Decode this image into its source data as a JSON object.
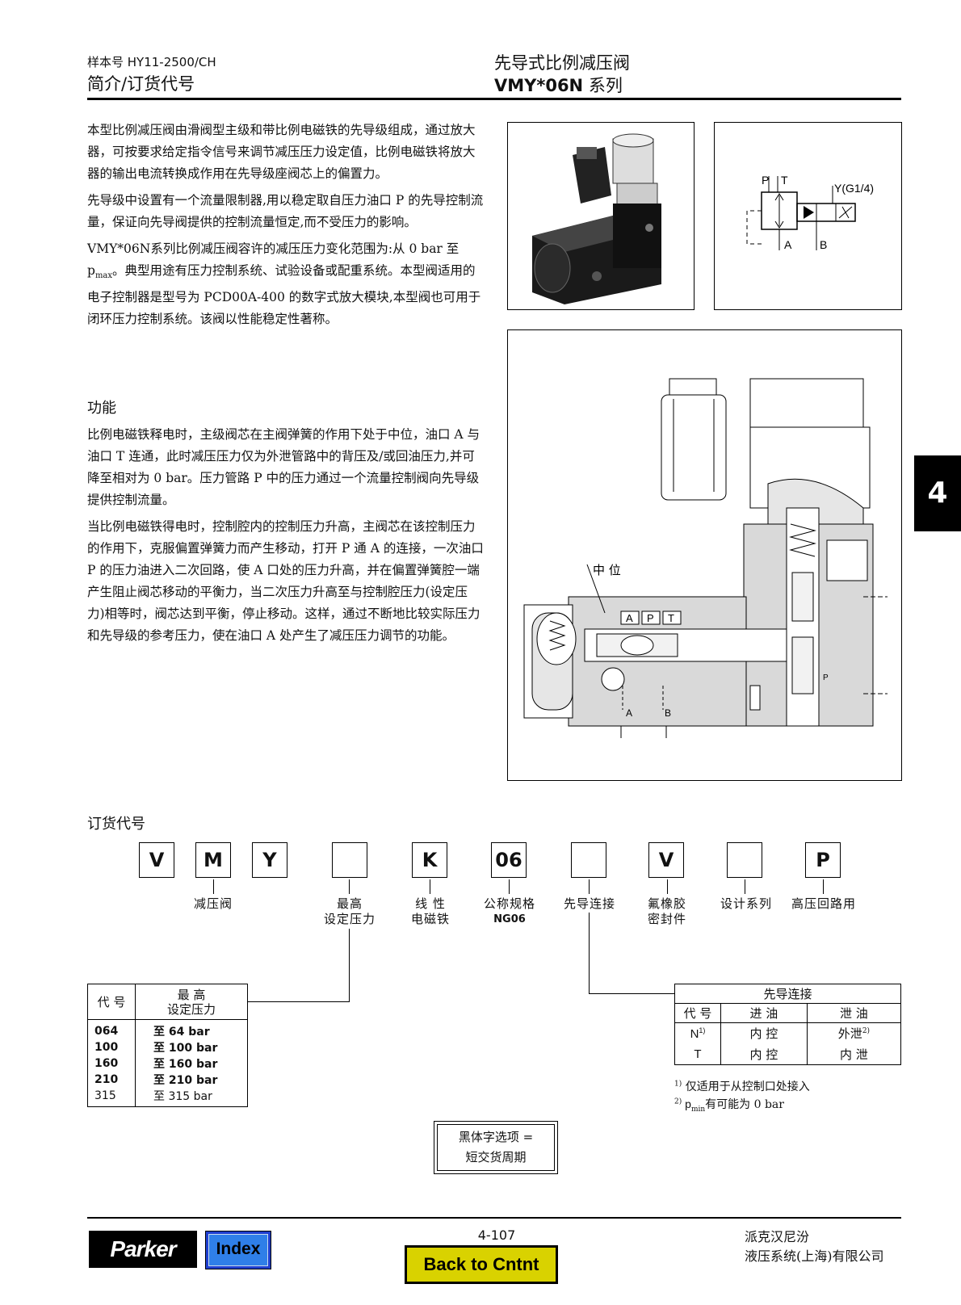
{
  "header": {
    "sample_no": "样本号 HY11-2500/CH",
    "left_title": "简介/订货代号",
    "right_title": "先导式比例减压阀",
    "series_bold": "VMY*06N",
    "series_suffix": " 系列"
  },
  "intro": {
    "p1": "本型比例减压阀由滑阀型主级和带比例电磁铁的先导级组成，通过放大器，可按要求给定指令信号来调节减压压力设定值，比例电磁铁将放大器的输出电流转换成作用在先导级座阀芯上的偏置力。",
    "p2": "先导级中设置有一个流量限制器,用以稳定取自压力油口 P 的先导控制流量，保证向先导阀提供的控制流量恒定,而不受压力的影响。",
    "p3a": "VMY*06N系列比例减压阀容许的减压压力变化范围为:从 0 bar 至 p",
    "p3sub": "max",
    "p3b": "。典型用途有压力控制系统、试验设备或配重系统。本型阀适用的电子控制器是型号为 PCD00A-400 的数字式放大模块,本型阀也可用于闭环压力控制系统。该阀以性能稳定性著称。"
  },
  "function": {
    "title": "功能",
    "p1": "比例电磁铁释电时，主级阀芯在主阀弹簧的作用下处于中位，油口 A 与油口 T 连通，此时减压压力仅为外泄管路中的背压及/或回油压力,并可降至相对为 0 bar。压力管路 P 中的压力通过一个流量控制阀向先导级提供控制流量。",
    "p2": "当比例电磁铁得电时，控制腔内的控制压力升高，主阀芯在该控制压力的作用下，克服偏置弹簧力而产生移动，打开 P 通 A 的连接，一次油口 P 的压力油进入二次回路，使 A 口处的压力升高，并在偏置弹簧腔一端产生阻止阀芯移动的平衡力，当二次压力升高至与控制腔压力(设定压力)相等时，阀芯达到平衡，停止移动。这样，通过不断地比较实际压力和先导级的参考压力，使在油口 A 处产生了减压压力调节的功能。"
  },
  "symbol": {
    "p": "P",
    "t": "T",
    "y": "Y(G1/4)",
    "a": "A",
    "b": "B"
  },
  "section_view": {
    "center_label": "中 位",
    "ports": [
      "A",
      "P",
      "T"
    ],
    "bottom_a": "A",
    "bottom_b": "B",
    "side_p": "P"
  },
  "side_tab": "4",
  "ordering": {
    "title": "订货代号",
    "boxes": [
      "V",
      "M",
      "Y",
      "",
      "K",
      "06",
      "",
      "V",
      "",
      "P"
    ],
    "labels": {
      "reducing": "减压阀",
      "max1": "最高",
      "max2": "设定压力",
      "linear1": "线 性",
      "linear2": "电磁铁",
      "size1": "公称规格",
      "size2": "NG06",
      "pilot": "先导连接",
      "seal1": "氟橡胶",
      "seal2": "密封件",
      "design": "设计系列",
      "hp": "高压回路用"
    },
    "pressure_table": {
      "h_code": "代 号",
      "h_max1": "最 高",
      "h_max2": "设定压力",
      "rows": [
        {
          "code": "064",
          "val": "至  64 bar",
          "bold": true
        },
        {
          "code": "100",
          "val": "至 100 bar",
          "bold": true
        },
        {
          "code": "160",
          "val": "至 160 bar",
          "bold": true
        },
        {
          "code": "210",
          "val": "至 210 bar",
          "bold": true
        },
        {
          "code": "315",
          "val": "至 315 bar",
          "bold": false
        }
      ]
    },
    "pilot_table": {
      "title": "先导连接",
      "h_code": "代 号",
      "h_in": "进 油",
      "h_out": "泄 油",
      "rows": [
        {
          "code": "N",
          "sup": "1)",
          "in": "内 控",
          "out": "外泄",
          "out_sup": "2)"
        },
        {
          "code": "T",
          "sup": "",
          "in": "内 控",
          "out": "内 泄",
          "out_sup": ""
        }
      ],
      "fn1_sup": "1)",
      "fn1": " 仅适用于从控制口处接入",
      "fn2_sup": "2)",
      "fn2_p": " p",
      "fn2_sub": "min",
      "fn2": "有可能为 0 bar"
    },
    "note1": "黑体字选项 =",
    "note2": "短交货周期"
  },
  "footer": {
    "logo": "Parker",
    "index_btn": "Index",
    "page_no": "4-107",
    "back_btn": "Back to Cntnt",
    "company1": "派克汉尼汾",
    "company2": "液压系统(上海)有限公司"
  }
}
